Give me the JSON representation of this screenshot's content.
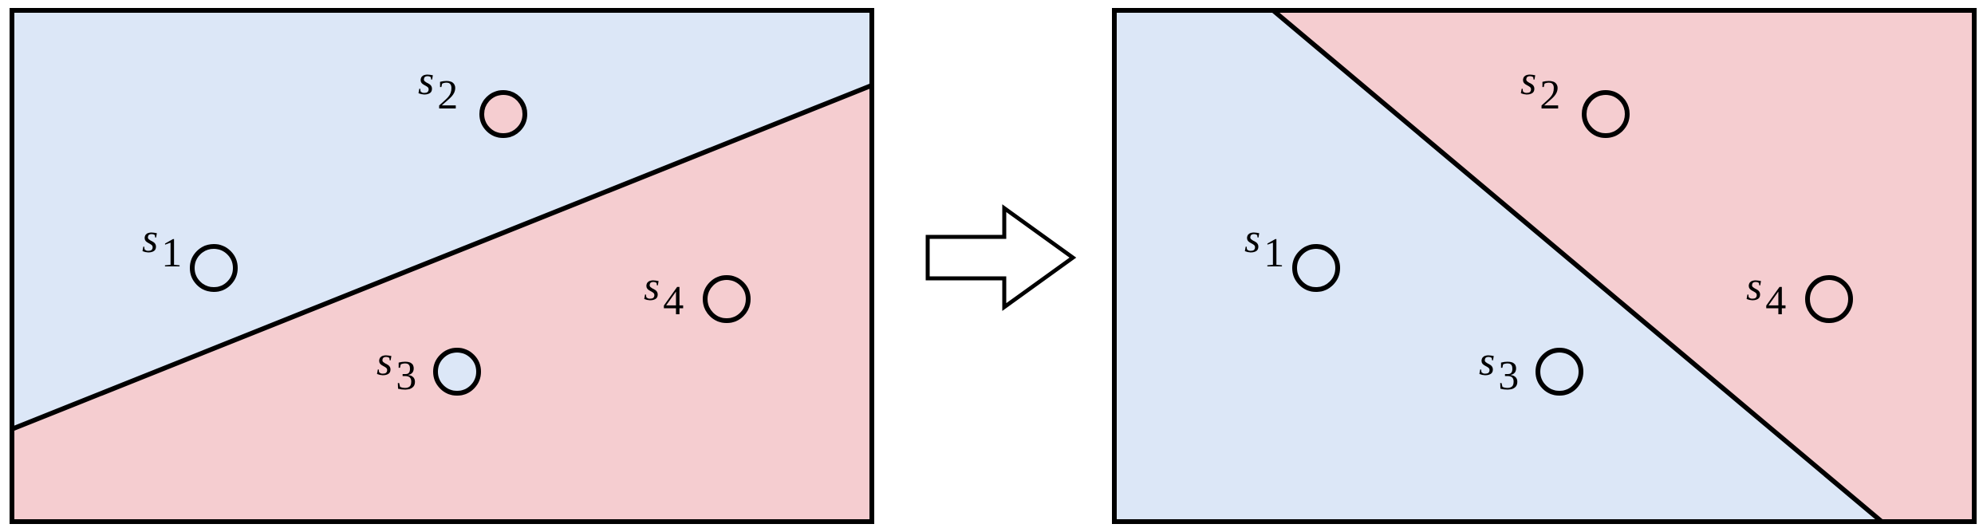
{
  "colors": {
    "region_blue": "#dce7f7",
    "region_red": "#f5cdd0",
    "stroke": "#000000"
  },
  "left_panel": {
    "points": [
      {
        "label": "s",
        "sub": "1",
        "class": "blue"
      },
      {
        "label": "s",
        "sub": "2",
        "class": "red"
      },
      {
        "label": "s",
        "sub": "3",
        "class": "blue"
      },
      {
        "label": "s",
        "sub": "4",
        "class": "red"
      }
    ]
  },
  "arrow": {
    "icon": "right-arrow-icon"
  },
  "right_panel": {
    "points": [
      {
        "label": "s",
        "sub": "1",
        "class": "blue"
      },
      {
        "label": "s",
        "sub": "2",
        "class": "red"
      },
      {
        "label": "s",
        "sub": "3",
        "class": "blue"
      },
      {
        "label": "s",
        "sub": "4",
        "class": "red"
      }
    ]
  }
}
